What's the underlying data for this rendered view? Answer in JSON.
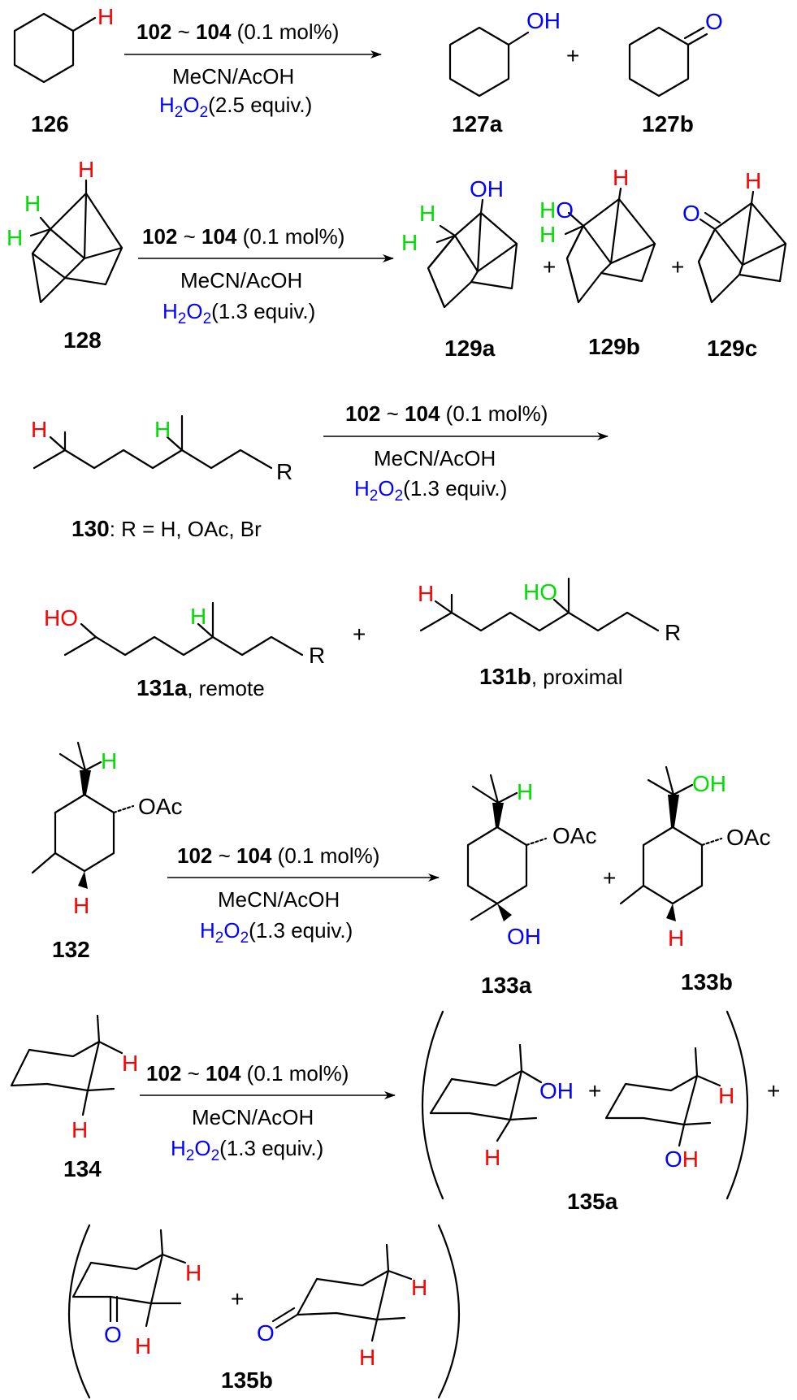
{
  "colors": {
    "red": "#ff0000",
    "green": "#00e000",
    "blue": "#0000ff",
    "black": "#000000"
  },
  "atoms": {
    "H": "H",
    "OH": "OH",
    "HO": "HO",
    "O": "O",
    "OAc": "OAc",
    "R": "R"
  },
  "plus": "+",
  "reagents": {
    "cat_a": "102",
    "tilde": "~",
    "cat_b": "104",
    "cat_load": "(0.1 mol%)",
    "solvent": "MeCN/AcOH",
    "h2o2_h": "H",
    "h2o2_sub_a": "2",
    "h2o2_o": "O",
    "h2o2_sub_b": "2",
    "equiv_25": "(2.5 equiv.)",
    "equiv_13": "(1.3 equiv.)"
  },
  "compounds": {
    "c126": "126",
    "c127a": "127a",
    "c127b": "127b",
    "c128": "128",
    "c129a": "129a",
    "c129b": "129b",
    "c129c": "129c",
    "c130": "130",
    "c130_desc": ": R = H, OAc, Br",
    "c131a": "131a",
    "c131a_desc": ", remote",
    "c131b": "131b",
    "c131b_desc": ", proximal",
    "c132": "132",
    "c133a": "133a",
    "c133b": "133b",
    "c134": "134",
    "c135a": "135a",
    "c135b": "135b"
  }
}
